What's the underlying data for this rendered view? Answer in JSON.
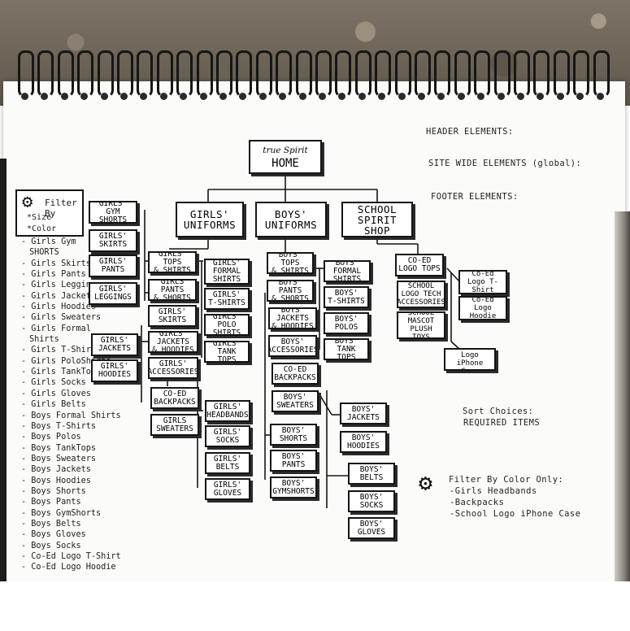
{
  "home": {
    "line1": "true Spirit",
    "line2": "HOME"
  },
  "notes": {
    "header": "HEADER ELEMENTS:",
    "sitewide": "SITE WIDE ELEMENTS (global):",
    "footer": "FOOTER ELEMENTS:",
    "sort": "Sort Choices:",
    "required": "REQUIRED ITEMS"
  },
  "filter_box": {
    "title": "Filter By",
    "size": "*Size",
    "color": "*Color"
  },
  "filter_color": {
    "title": "Filter By Color Only:",
    "items": [
      "-Girls Headbands",
      "-Backpacks",
      "-School Logo iPhone Case"
    ]
  },
  "left_list": [
    "- Girls Gym",
    "SHORTS",
    "- Girls Skirts",
    "- Girls Pants",
    "- Girls Leggings",
    "- Girls Jackets",
    "- Girls Hoodies",
    "- Girls Sweaters",
    "- Girls Formal",
    "Shirts",
    "- Girls T-Shirts",
    "- Girls PoloShirts",
    "- Girls TankTops",
    "- Girls Socks",
    "- Girls Gloves",
    "- Girls Belts",
    "- Boys Formal Shirts",
    "- Boys T-Shirts",
    "- Boys Polos",
    "- Boys TankTops",
    "- Boys Sweaters",
    "- Boys Jackets",
    "- Boys Hoodies",
    "- Boys Shorts",
    "- Boys Pants",
    "- Boys GymShorts",
    "- Boys Belts",
    "- Boys Gloves",
    "- Boys Socks",
    "- Co-Ed Logo T-Shirt",
    "- Co-Ed Logo Hoodie"
  ],
  "categories": {
    "girls": "GIRLS'\nUNIFORMS",
    "boys": "BOYS'\nUNIFORMS",
    "spirit": "SCHOOL\nSPIRIT SHOP"
  },
  "girls": {
    "side": [
      "GIRLS'\nGYM SHORTS",
      "GIRLS'\nSKIRTS",
      "GIRLS'\nPANTS",
      "GIRLS'\nLEGGINGS"
    ],
    "jackets": "GIRLS'\nJACKETS",
    "hoodies": "GIRLS'\nHOODIES",
    "tops": "GIRLS' TOPS\n& SHIRTS",
    "pants_shorts": "GIRLS PANTS\n& SHORTS",
    "skirts": "GIRLS'\nSKIRTS",
    "jackets_hoodies": "GIRLS' JACKETS\n& HOODIES",
    "accessories": "GIRLS'\nACCESSORIES",
    "backpacks": "CO-ED\nBACKPACKS",
    "sweaters": "GIRLS\nSWEATERS",
    "tops_right": [
      "GIRLS'\nFORMAL\nSHIRTS",
      "GIRLS'\nT-SHIRTS",
      "GIRLS' POLO\nSHIRTS",
      "GIRLS'\nTANK TOPS"
    ],
    "acc_right": [
      "GIRLS'\nHEADBANDS",
      "GIRLS'\nSOCKS",
      "GIRLS'\nBELTS",
      "GIRLS'\nGLOVES"
    ]
  },
  "boys": {
    "tops": "BOYS' TOPS\n& SHIRTS",
    "pants_shorts": "BOYS' PANTS\n& SHORTS",
    "jackets_hoodies": "BOYS' JACKETS\n& HOODIES",
    "accessories": "BOYS'\nACCESSORIES",
    "backpacks": "CO-ED\nBACKPACKS",
    "sweaters": "BOYS'\nSWEATERS",
    "tops_right": [
      "BOYS'\nFORMAL SHIRTS",
      "BOYS'\nT-SHIRTS",
      "BOYS'\nPOLOS",
      "BOYS'\nTANK TOPS"
    ],
    "shorts": "BOYS'\nSHORTS",
    "pants": "BOYS'\nPANTS",
    "gym": "BOYS'\nGYMSHORTS",
    "jackets": "BOYS'\nJACKETS",
    "hoodies": "BOYS'\nHOODIES",
    "belts": "BOYS'\nBELTS",
    "socks": "BOYS'\nSOCKS",
    "gloves": "BOYS'\nGLOVES"
  },
  "spirit": {
    "logo_tops": "CO-ED\nLOGO TOPS",
    "tech": "SCHOOL\nLOGO TECH\nACCESSORIES",
    "mascot": "SCHOOL\nMASCOT\nPLUSH TOYS",
    "tshirt": "Co-Ed\nLogo T-\nShirt",
    "hoodie": "Co-Ed\nLogo\nHoodie",
    "iphone": "School Logo\niPhone Case"
  }
}
